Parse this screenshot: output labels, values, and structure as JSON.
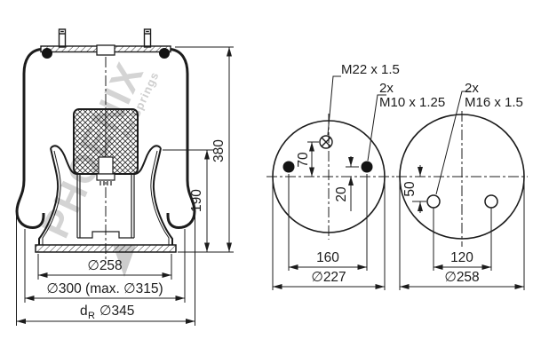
{
  "watermark": {
    "brand": "PHOENIX",
    "tagline": "Air Springs"
  },
  "side_view": {
    "dim_total_height": "380",
    "dim_piston_height": "190",
    "dim_base_dia": "∅258",
    "dim_bellows_dia": "∅300 (max. ∅315)",
    "dim_rolling_prefix": "d",
    "dim_rolling_sub": "R",
    "dim_rolling_dia": "∅345"
  },
  "top_view": {
    "label_air_fitting": "M22 x 1.5",
    "label_stud_count": "2x",
    "label_stud_thread": "M10 x 1.25",
    "dim_fitting_offset": "70",
    "dim_stud_offset": "20",
    "dim_stud_spacing": "160",
    "dim_plate_dia": "∅227"
  },
  "bottom_view": {
    "label_hole_count": "2x",
    "label_hole_thread": "M16 x 1.5",
    "dim_hole_offset": "50",
    "dim_hole_spacing": "120",
    "dim_plate_dia": "∅258"
  }
}
